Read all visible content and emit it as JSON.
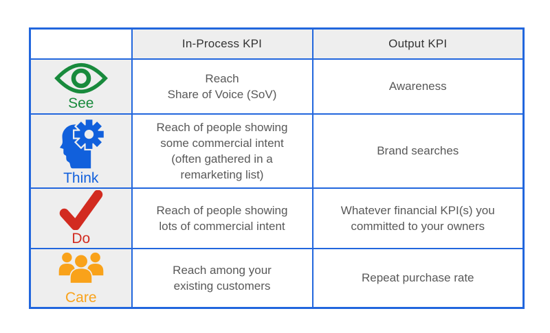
{
  "table": {
    "border_color": "#2166dd",
    "shaded_cell_color": "#eeeeee",
    "header": {
      "corner": "",
      "in_process": "In-Process KPI",
      "output": "Output KPI"
    },
    "rows": [
      {
        "label": "See",
        "color": "#188a3c",
        "icon": "eye-icon",
        "in_process": "Reach\nShare of Voice (SoV)",
        "output": "Awareness"
      },
      {
        "label": "Think",
        "color": "#1160dc",
        "icon": "head-gear-icon",
        "in_process": "Reach of people showing\nsome commercial intent\n(often gathered in a\nremarketing list)",
        "output": "Brand searches"
      },
      {
        "label": "Do",
        "color": "#d22b20",
        "icon": "checkmark-icon",
        "in_process": "Reach of people showing\nlots of commercial intent",
        "output": "Whatever financial KPI(s) you\ncommitted to your owners"
      },
      {
        "label": "Care",
        "color": "#f9a21a",
        "icon": "people-icon",
        "in_process": "Reach among your\nexisting customers",
        "output": "Repeat purchase rate"
      }
    ]
  }
}
